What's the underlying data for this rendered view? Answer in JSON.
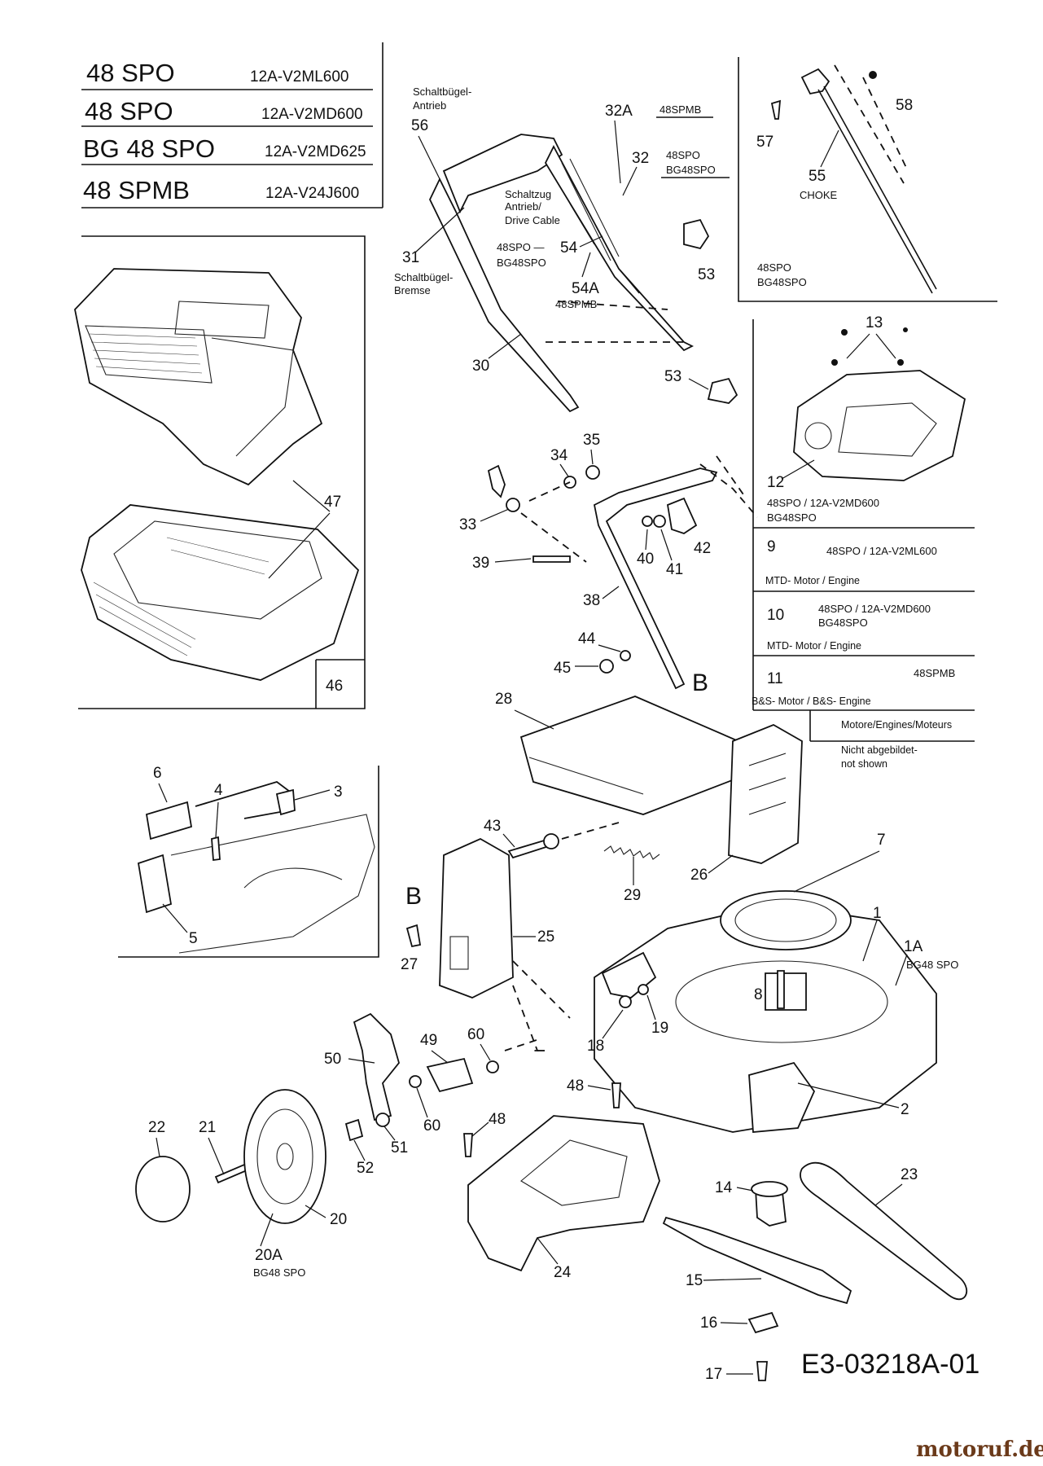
{
  "models": [
    {
      "name": "48 SPO",
      "code": "12A-V2ML600"
    },
    {
      "name": "48 SPO",
      "code": "12A-V2MD600"
    },
    {
      "name": "BG 48 SPO",
      "code": "12A-V2MD625"
    },
    {
      "name": "48 SPMB",
      "code": "12A-V24J600"
    }
  ],
  "handle_notes": {
    "schaltbuegel_antrieb_1": "Schaltbügel-",
    "schaltbuegel_antrieb_2": "Antrieb",
    "schaltbuegel_bremse_1": "Schaltbügel-",
    "schaltbuegel_bremse_2": "Bremse",
    "drive_cable_1": "Schaltzug",
    "drive_cable_2": "Antrieb/",
    "drive_cable_3": "Drive Cable",
    "v54_model_a": "48SPO —",
    "v54_model_b": "BG48SPO",
    "v54a_model": "48SPMB",
    "v32a_model": "48SPMB",
    "v32_model_a": "48SPO",
    "v32_model_b": "BG48SPO"
  },
  "choke_box": {
    "choke_label": "CHOKE",
    "model_a": "48SPO",
    "model_b": "BG48SPO"
  },
  "engine_table": {
    "row_12_a": "48SPO / 12A-V2MD600",
    "row_12_b": "BG48SPO",
    "row_9_num": "9",
    "row_9_model": "48SPO / 12A-V2ML600",
    "row_9_engine": "MTD- Motor / Engine",
    "row_10_num": "10",
    "row_10_model_a": "48SPO / 12A-V2MD600",
    "row_10_model_b": "BG48SPO",
    "row_10_engine": "MTD- Motor / Engine",
    "row_11_num": "11",
    "row_11_model": "48SPMB",
    "row_11_engine": "B&S- Motor / B&S- Engine",
    "footer": "Motore/Engines/Moteurs",
    "not_shown_1": "Nicht abgebildet-",
    "not_shown_2": "not shown"
  },
  "wheel_note": "BG48 SPO",
  "deck_note": "BG48 SPO",
  "callouts": {
    "p1": "1",
    "p1a": "1A",
    "p2": "2",
    "p3": "3",
    "p4": "4",
    "p5": "5",
    "p6": "6",
    "p7": "7",
    "p8": "8",
    "p12": "12",
    "p13": "13",
    "p14": "14",
    "p15": "15",
    "p16": "16",
    "p17": "17",
    "p18": "18",
    "p19": "19",
    "p20": "20",
    "p20a": "20A",
    "p21": "21",
    "p22": "22",
    "p23": "23",
    "p24": "24",
    "p25": "25",
    "p26": "26",
    "p27": "27",
    "p28": "28",
    "p29": "29",
    "p30": "30",
    "p31": "31",
    "p32": "32",
    "p32a": "32A",
    "p33": "33",
    "p34": "34",
    "p35": "35",
    "p38": "38",
    "p39": "39",
    "p40": "40",
    "p41": "41",
    "p42": "42",
    "p43": "43",
    "p44": "44",
    "p45": "45",
    "p46": "46",
    "p47": "47",
    "p48a": "48",
    "p48b": "48",
    "p49": "49",
    "p50": "50",
    "p51": "51",
    "p52": "52",
    "p53a": "53",
    "p53b": "53",
    "p54": "54",
    "p54a": "54A",
    "p55": "55",
    "p56": "56",
    "p57": "57",
    "p58": "58",
    "p60a": "60",
    "p60b": "60",
    "bA": "B",
    "bB": "B"
  },
  "diagram_id": "E3-03218A-01",
  "watermark": "motoruf.de"
}
